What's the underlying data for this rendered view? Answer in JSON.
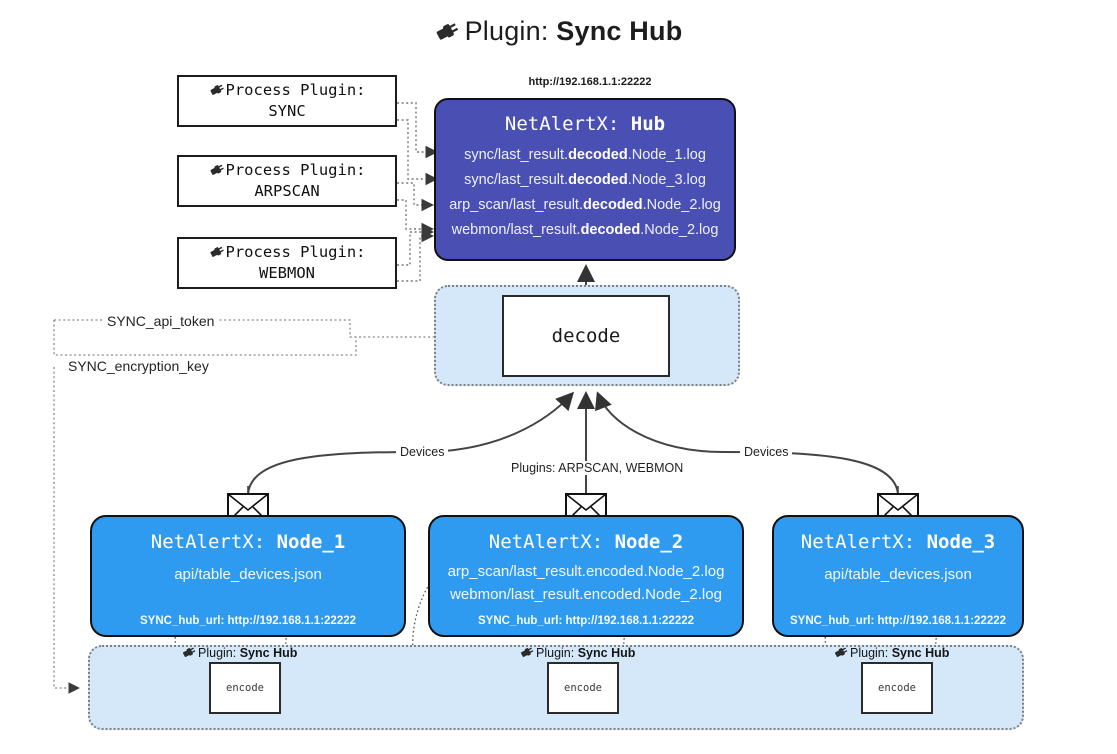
{
  "header": {
    "icon": "plug-icon",
    "prefix": "Plugin:",
    "name": "Sync Hub"
  },
  "process_plugins": [
    {
      "icon": "plug-icon",
      "line1": "Process Plugin:",
      "line2": "SYNC"
    },
    {
      "icon": "plug-icon",
      "line1": "Process Plugin:",
      "line2": "ARPSCAN"
    },
    {
      "icon": "plug-icon",
      "line1": "Process Plugin:",
      "line2": "WEBMON"
    }
  ],
  "hub": {
    "url_label": "http://192.168.1.1:22222",
    "title_prefix": "NetAlertX:",
    "title_name": "Hub",
    "logs": [
      {
        "pre": "sync/last_result.",
        "mid": "decoded",
        "post": ".Node_1.log"
      },
      {
        "pre": "sync/last_result.",
        "mid": "decoded",
        "post": ".Node_3.log"
      },
      {
        "pre": "arp_scan/last_result.",
        "mid": "decoded",
        "post": ".Node_2.log"
      },
      {
        "pre": "webmon/last_result.",
        "mid": "decoded",
        "post": ".Node_2.log"
      }
    ]
  },
  "decode": {
    "label": "decode"
  },
  "settings": {
    "api_token_label": "SYNC_api_token",
    "encryption_key_label": "SYNC_encryption_key"
  },
  "edges": {
    "devices_left": "Devices",
    "devices_right": "Devices",
    "plugins_center": "Plugins: ARPSCAN, WEBMON"
  },
  "nodes": [
    {
      "title_prefix": "NetAlertX:",
      "title_name": "Node_1",
      "lines": [
        "api/table_devices.json"
      ],
      "footer": "SYNC_hub_url: http://192.168.1.1:22222",
      "envelope_icon": "envelope-icon"
    },
    {
      "title_prefix": "NetAlertX:",
      "title_name": "Node_2",
      "lines": [
        "arp_scan/last_result.encoded.Node_2.log",
        "webmon/last_result.encoded.Node_2.log"
      ],
      "footer": "SYNC_hub_url: http://192.168.1.1:22222",
      "envelope_icon": "envelope-icon"
    },
    {
      "title_prefix": "NetAlertX:",
      "title_name": "Node_3",
      "lines": [
        "api/table_devices.json"
      ],
      "footer": "SYNC_hub_url: http://192.168.1.1:22222",
      "envelope_icon": "envelope-icon"
    }
  ],
  "encoders": [
    {
      "icon": "plug-icon",
      "prefix": "Plugin:",
      "name": "Sync Hub",
      "box_label": "encode"
    },
    {
      "icon": "plug-icon",
      "prefix": "Plugin:",
      "name": "Sync Hub",
      "box_label": "encode"
    },
    {
      "icon": "plug-icon",
      "prefix": "Plugin:",
      "name": "Sync Hub",
      "box_label": "encode"
    }
  ],
  "colors": {
    "hub": "#4a4fb3",
    "node": "#2f9bf0",
    "band": "#d4e8fa",
    "stroke": "#333333",
    "page": "#ffffff"
  }
}
